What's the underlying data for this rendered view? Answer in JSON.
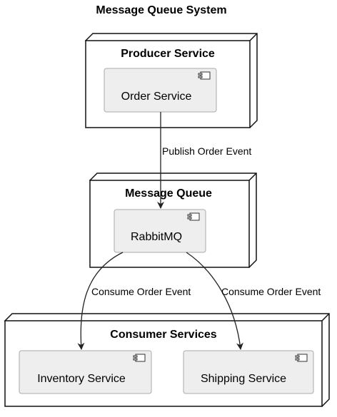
{
  "diagram": {
    "title": "Message Queue System",
    "nodes": {
      "producer": {
        "title": "Producer Service",
        "component": "Order Service"
      },
      "queue": {
        "title": "Message Queue",
        "component": "RabbitMQ"
      },
      "consumers": {
        "title": "Consumer Services",
        "components": [
          "Inventory Service",
          "Shipping Service"
        ]
      }
    },
    "edges": [
      {
        "from": "Order Service",
        "to": "RabbitMQ",
        "label": "Publish Order Event"
      },
      {
        "from": "RabbitMQ",
        "to": "Inventory Service",
        "label": "Consume Order Event"
      },
      {
        "from": "RabbitMQ",
        "to": "Shipping Service",
        "label": "Consume Order Event"
      }
    ],
    "colors": {
      "component_fill": "#eeeeee",
      "component_border": "#aaaaaa",
      "node_border": "#111111"
    },
    "icons": {
      "component_icon": "uml-component-icon"
    }
  }
}
